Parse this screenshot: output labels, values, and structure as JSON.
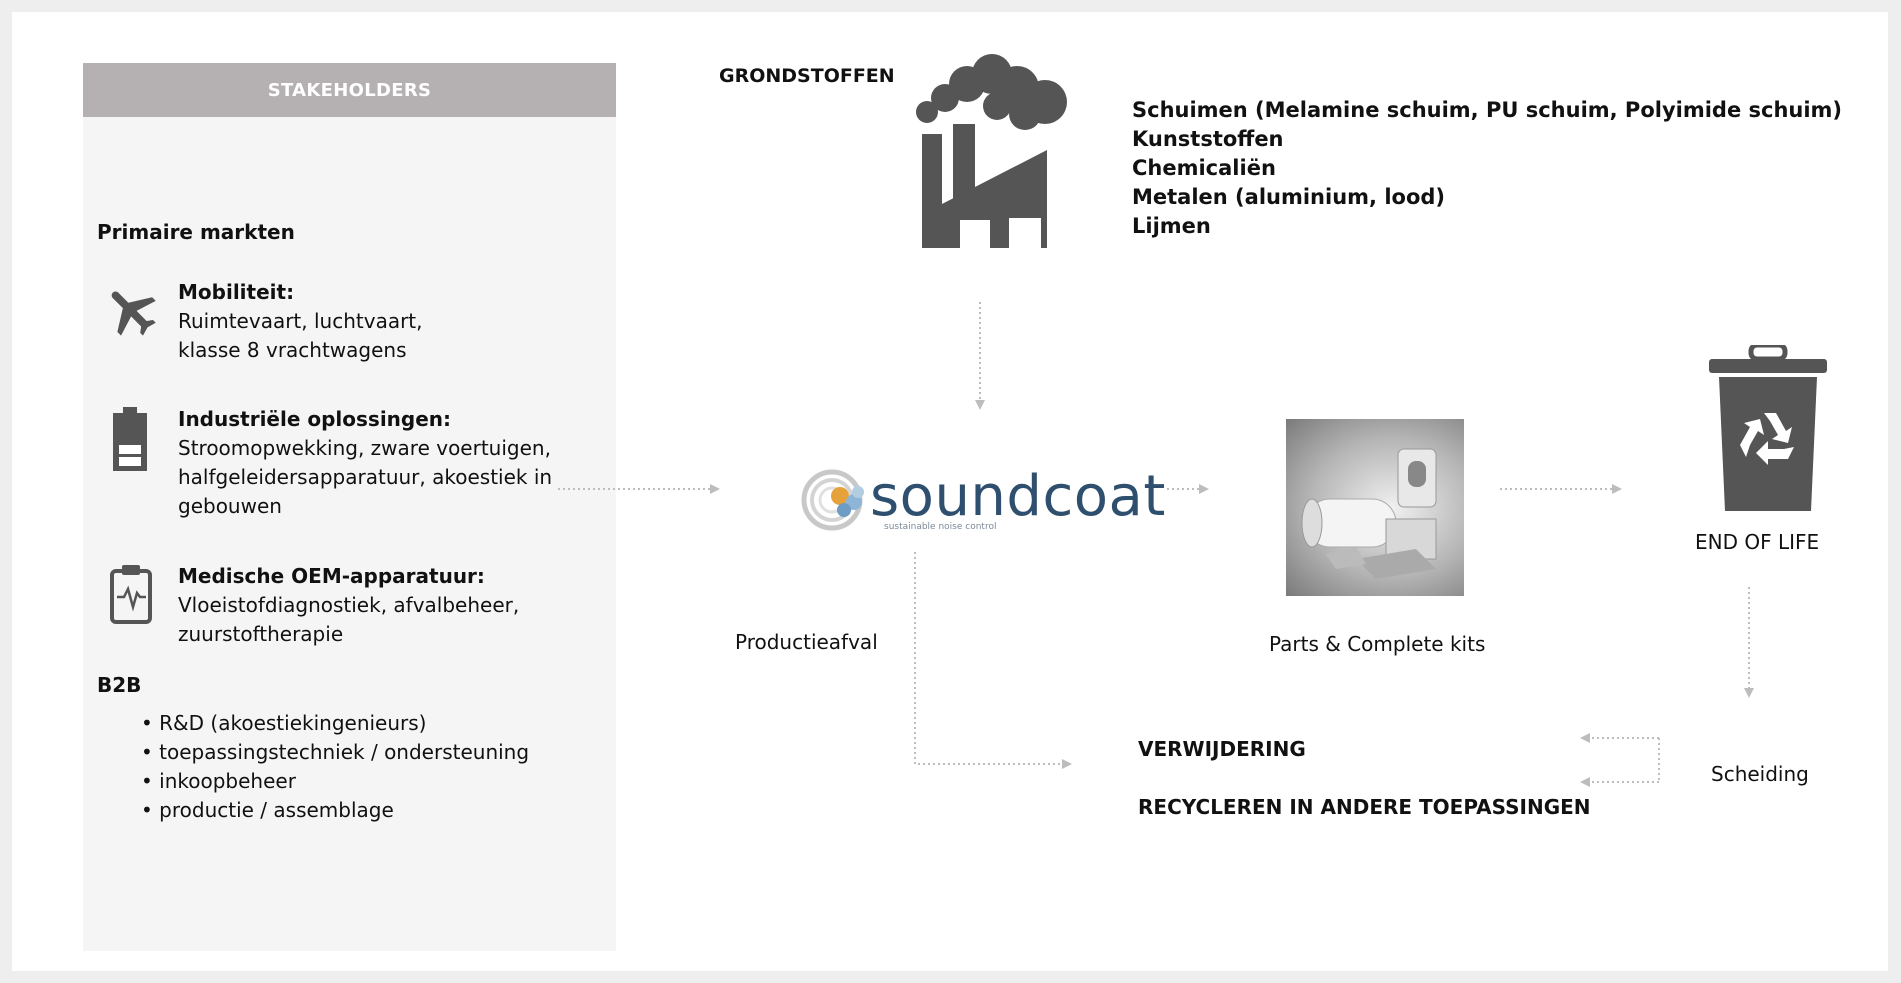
{
  "stakeholders": {
    "header": "STAKEHOLDERS",
    "primary_markets_title": "Primaire markten",
    "categories": [
      {
        "title": "Mobiliteit:",
        "lines": [
          "Ruimtevaart, luchtvaart,",
          "klasse 8 vrachtwagens"
        ],
        "icon": "airplane-icon"
      },
      {
        "title": "Industriële oplossingen:",
        "lines": [
          "Stroomopwekking, zware voertuigen,",
          "halfgeleidersapparatuur, akoestiek in",
          "gebouwen"
        ],
        "icon": "battery-icon"
      },
      {
        "title": "Medische OEM-apparatuur:",
        "lines": [
          "Vloeistofdiagnostiek, afvalbeheer,",
          "zuurstoftherapie"
        ],
        "icon": "medical-clipboard-icon"
      }
    ],
    "b2b_title": "B2B",
    "b2b_items": [
      "R&D (akoestiekingenieurs)",
      "toepassingstechniek / ondersteuning",
      "inkoopbeheer",
      "productie / assemblage"
    ]
  },
  "raw_materials": {
    "title": "GRONDSTOFFEN",
    "items": [
      "Schuimen (Melamine schuim, PU schuim, Polyimide schuim)",
      "Kunststoffen",
      "Chemicaliën",
      "Metalen (aluminium, lood)",
      "Lijmen"
    ]
  },
  "company": {
    "logo_text": "soundcoat",
    "tagline": "sustainable noise control"
  },
  "product": {
    "label": "Parts & Complete kits"
  },
  "end_of_life": {
    "label": "END OF LIFE"
  },
  "production_waste": {
    "label": "Productieafval"
  },
  "separation": {
    "label": "Scheiding"
  },
  "outcomes": {
    "removal": "VERWIJDERING",
    "recycling": "RECYCLEREN IN ANDERE TOEPASSINGEN"
  },
  "colors": {
    "arrow": "#bdbdbd",
    "icon": "#555555",
    "panel_header": "#b5b1b3",
    "panel_bg": "#f5f5f5",
    "logo_text": "#2f4f6f"
  }
}
